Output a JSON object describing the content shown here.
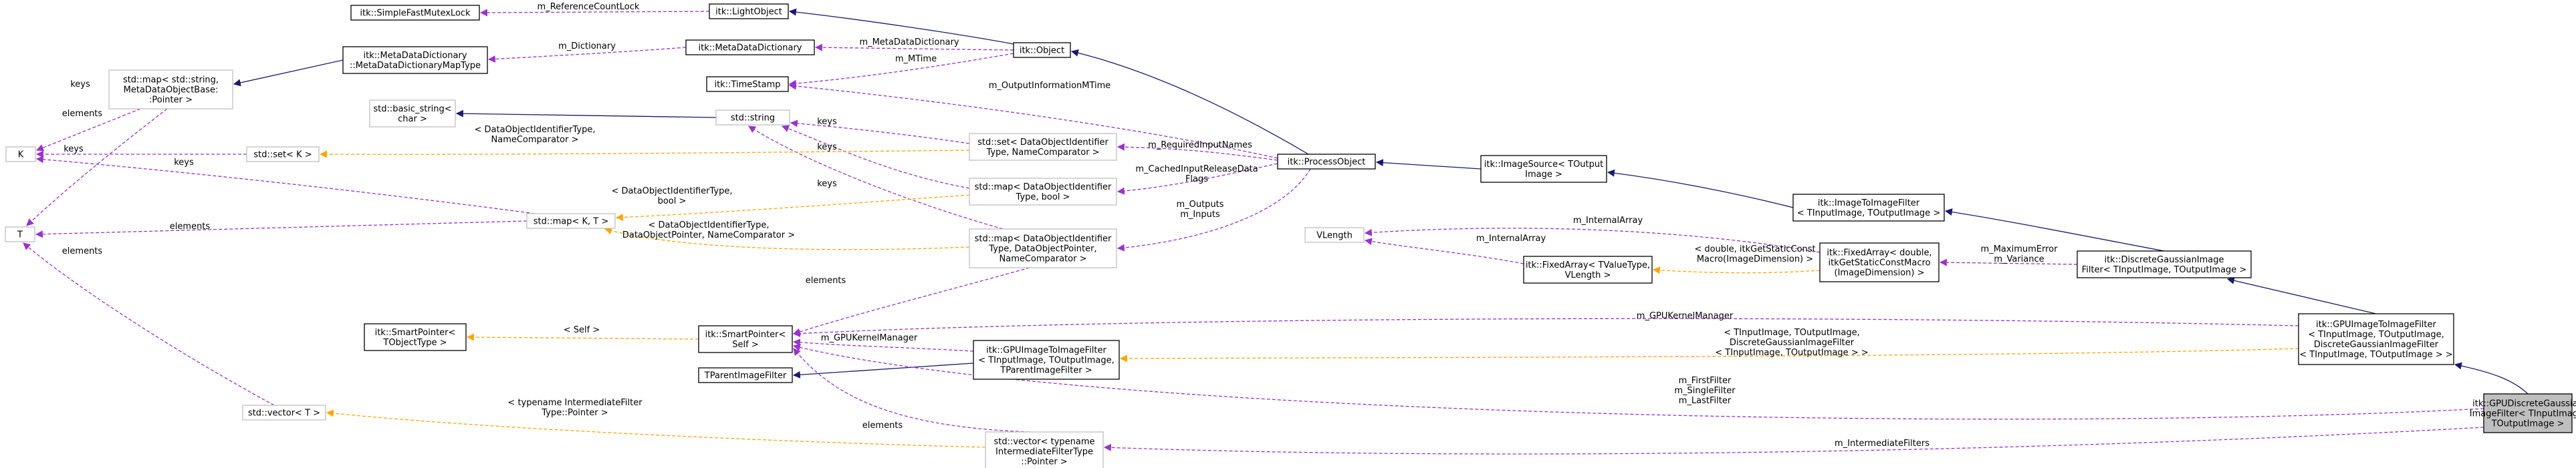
{
  "diagram": {
    "nodes": {
      "simpleFastMutexLock": {
        "lines": [
          "itk::SimpleFastMutexLock"
        ]
      },
      "lightObject": {
        "lines": [
          "itk::LightObject"
        ]
      },
      "metaDataDictionary": {
        "lines": [
          "itk::MetaDataDictionary"
        ]
      },
      "object": {
        "lines": [
          "itk::Object"
        ]
      },
      "metaDataDictionaryMapType": {
        "lines": [
          "itk::MetaDataDictionary",
          "::MetaDataDictionaryMapType"
        ]
      },
      "stdMapStringMeta": {
        "lines": [
          "std::map< std::string,",
          "MetaDataObjectBase:",
          ":Pointer >"
        ]
      },
      "timeStamp": {
        "lines": [
          "itk::TimeStamp"
        ]
      },
      "basicString": {
        "lines": [
          "std::basic_string<",
          "char >"
        ]
      },
      "stdString": {
        "lines": [
          "std::string"
        ]
      },
      "setDataObjectIdentifier": {
        "lines": [
          "std::set< DataObjectIdentifier",
          "Type, NameComparator >"
        ]
      },
      "processObject": {
        "lines": [
          "itk::ProcessObject"
        ]
      },
      "imageSource": {
        "lines": [
          "itk::ImageSource< TOutput",
          "Image >"
        ]
      },
      "imageToImageFilter": {
        "lines": [
          "itk::ImageToImageFilter",
          "< TInputImage, TOutputImage >"
        ]
      },
      "k": {
        "lines": [
          "K"
        ]
      },
      "setK": {
        "lines": [
          "std::set< K >"
        ]
      },
      "mapDataObjectBool": {
        "lines": [
          "std::map< DataObjectIdentifier",
          "Type, bool >"
        ]
      },
      "t": {
        "lines": [
          "T"
        ]
      },
      "mapKT": {
        "lines": [
          "std::map< K, T >"
        ]
      },
      "mapDataObjectPointer": {
        "lines": [
          "std::map< DataObjectIdentifier",
          "Type, DataObjectPointer,",
          "NameComparator >"
        ]
      },
      "vLength": {
        "lines": [
          "VLength"
        ]
      },
      "fixedArrayDouble": {
        "lines": [
          "itk::FixedArray< double,",
          "itkGetStaticConstMacro",
          "(ImageDimension) >"
        ]
      },
      "discreteGaussian": {
        "lines": [
          "itk::DiscreteGaussianImage",
          "Filter< TInputImage, TOutputImage >"
        ]
      },
      "fixedArrayTValue": {
        "lines": [
          "itk::FixedArray< TValueType,",
          "VLength >"
        ]
      },
      "smartPointerTObject": {
        "lines": [
          "itk::SmartPointer<",
          "TObjectType >"
        ]
      },
      "smartPointerSelf": {
        "lines": [
          "itk::SmartPointer<",
          "Self >"
        ]
      },
      "gpuImageToImageFilterDiscrete": {
        "lines": [
          "itk::GPUImageToImageFilter",
          "< TInputImage, TOutputImage,",
          "DiscreteGaussianImageFilter",
          "< TInputImage, TOutputImage > >"
        ]
      },
      "gpuImageToImageFilterParent": {
        "lines": [
          "itk::GPUImageToImageFilter",
          "< TInputImage, TOutputImage,",
          "TParentImageFilter >"
        ]
      },
      "tParentImageFilter": {
        "lines": [
          "TParentImageFilter"
        ]
      },
      "vectorT": {
        "lines": [
          "std::vector< T >"
        ]
      },
      "vectorIntermediate": {
        "lines": [
          "std::vector< typename",
          "IntermediateFilterType",
          "::Pointer >"
        ]
      },
      "gpuDiscreteGaussian": {
        "lines": [
          "itk::GPUDiscreteGaussian",
          "ImageFilter< TInputImage,",
          "TOutputImage >"
        ]
      }
    },
    "edge_labels": {
      "referenceCountLock": [
        "m_ReferenceCountLock"
      ],
      "dictionary": [
        "m_Dictionary"
      ],
      "metaDataDictionary": [
        "m_MetaDataDictionary"
      ],
      "mTime": [
        "m_MTime"
      ],
      "outputInformationMTime": [
        "m_OutputInformationMTime"
      ],
      "keysMapToK": [
        "keys"
      ],
      "elementsMapToT": [
        "elements"
      ],
      "keysSetKToK": [
        "keys"
      ],
      "keysMapKTToK": [
        "keys"
      ],
      "elementsMapKTToT": [
        "elements"
      ],
      "elementsVectorToT": [
        "elements"
      ],
      "setKTemplate": [
        "< DataObjectIdentifierType,",
        "NameComparator >"
      ],
      "mapKTTemplateBool": [
        "< DataObjectIdentifierType,",
        "bool >"
      ],
      "mapKTTemplatePointer": [
        "< DataObjectIdentifierType,",
        "DataObjectPointer, NameComparator >"
      ],
      "keysSetToString": [
        "keys"
      ],
      "keysBoolToString": [
        "keys"
      ],
      "keysPointerToString": [
        "keys"
      ],
      "requiredInputNames": [
        "m_RequiredInputNames"
      ],
      "cachedInputReleaseDataFlags": [
        "m_CachedInputReleaseData",
        "Flags"
      ],
      "outputsInputs": [
        "m_Outputs",
        "m_Inputs"
      ],
      "elementsPointerToSmart": [
        "elements"
      ],
      "internalArrayTop": [
        "m_InternalArray"
      ],
      "internalArrayMid": [
        "m_InternalArray"
      ],
      "fixedArrayTemplate": [
        "< double, itkGetStaticConst",
        "Macro(ImageDimension) >"
      ],
      "maximumErrorVariance": [
        "m_MaximumError",
        "m_Variance"
      ],
      "selfTemplate": [
        "< Self >"
      ],
      "gpuKernelManagerLong": [
        "m_GPUKernelManager"
      ],
      "gpuKernelManagerShort": [
        "m_GPUKernelManager"
      ],
      "gpuFilterTemplate": [
        "< TInputImage, TOutputImage,",
        "DiscreteGaussianImageFilter",
        "< TInputImage, TOutputImage > >"
      ],
      "firstSingleLastFilter": [
        "m_FirstFilter",
        "m_SingleFilter",
        "m_LastFilter"
      ],
      "typenameIntermediateFilter": [
        "< typename IntermediateFilter",
        "Type::Pointer >"
      ],
      "elementsVectorToSmart": [
        "elements"
      ],
      "intermediateFilters": [
        "m_IntermediateFilters"
      ]
    }
  }
}
